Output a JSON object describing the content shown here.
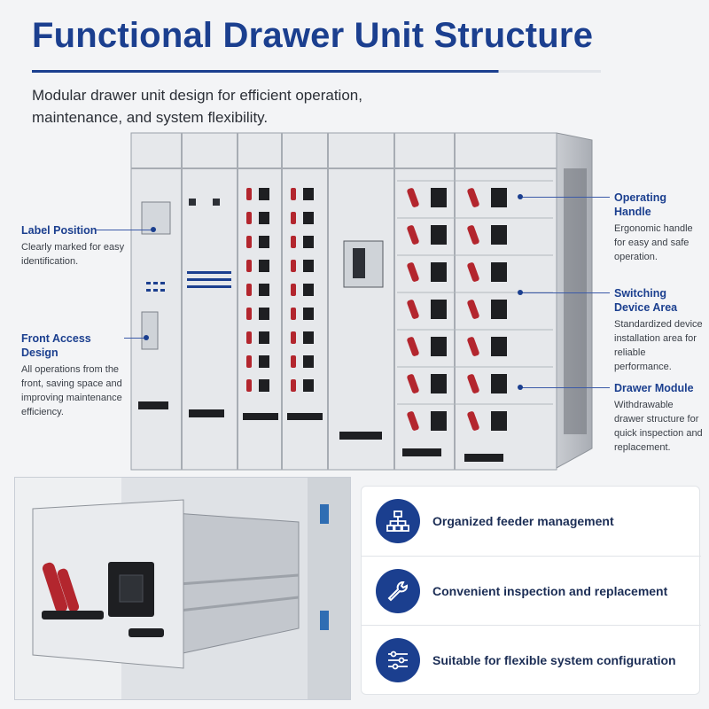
{
  "header": {
    "title": "Functional Drawer Unit Structure",
    "subtitle": "Modular drawer unit design for efficient operation, maintenance, and system flexibility."
  },
  "callouts": {
    "label_position": {
      "title": "Label Position",
      "desc": "Clearly marked for easy identification."
    },
    "front_access": {
      "title": "Front Access Design",
      "desc": "All operations from the front, saving space and improving maintenance efficiency."
    },
    "operating_handle": {
      "title": "Operating Handle",
      "desc": "Ergonomic handle for easy and safe operation."
    },
    "switching_device": {
      "title": "Switching Device Area",
      "desc": "Standardized device installation area for reliable performance."
    },
    "drawer_module": {
      "title": "Drawer Module",
      "desc": "Withdrawable drawer structure for quick inspection and replacement."
    }
  },
  "features": [
    {
      "label": "Organized feeder management",
      "icon": "network-icon"
    },
    {
      "label": "Convenient inspection and replacement",
      "icon": "wrench-icon"
    },
    {
      "label": "Suitable for flexible system configuration",
      "icon": "sliders-icon"
    }
  ],
  "colors": {
    "brand": "#1b3f8f",
    "handle_red": "#b3262e",
    "panel_gray": "#e6e8eb"
  }
}
